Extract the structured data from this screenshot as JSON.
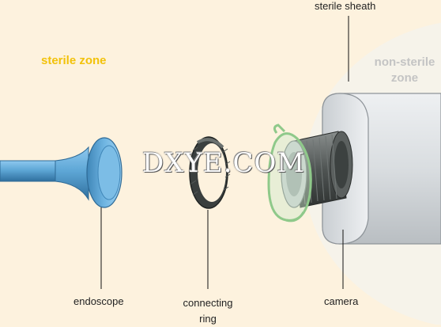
{
  "labels": {
    "sterile_sheath": "sterile sheath",
    "sterile_zone": "sterile zone",
    "non_sterile_zone_line1": "non-sterile",
    "non_sterile_zone_line2": "zone",
    "endoscope": "endoscope",
    "connecting_ring_line1": "connecting",
    "connecting_ring_line2": "ring",
    "camera": "camera"
  },
  "watermark": "DXYE.COM",
  "colors": {
    "background": "#fdf2de",
    "non_sterile_background": "#f6f3ea",
    "sterile_zone_text": "#f2c20a",
    "non_sterile_zone_text": "#c4c4c4",
    "endoscope": "#5ea7d6",
    "ring": "#3a3f3e",
    "sheath": "#8fc98a",
    "camera_body": "#dcdfe2"
  }
}
